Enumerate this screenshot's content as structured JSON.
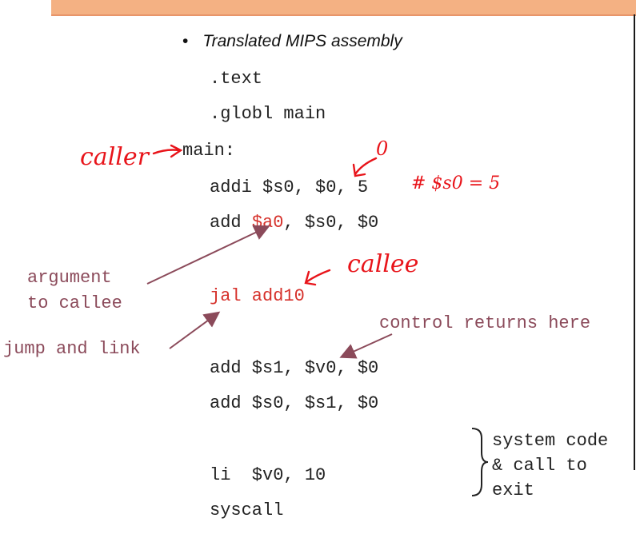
{
  "slide": {
    "bullet": "Translated MIPS assembly",
    "code_lines": {
      "text": ".text",
      "globl": ".globl main",
      "main": "main:",
      "addi": "addi $s0, $0, 5",
      "add_a0_prefix": "add ",
      "add_a0_reg": "$a0",
      "add_a0_rest": ", $s0, $0",
      "jal": "jal add10",
      "add_s1": "add $s1, $v0, $0",
      "add_s0": "add $s0, $s1, $0",
      "li": "li  $v0, 10",
      "syscall": "syscall"
    },
    "notes": {
      "argument": "argument\nto callee",
      "jump_and_link": "jump and link",
      "control_returns": "control returns here",
      "system_code": "system code\n& call to\nexit"
    },
    "handwriting": {
      "caller": "caller",
      "zero": "0",
      "comment": "# $s0 = 5",
      "callee": "callee"
    }
  },
  "colors": {
    "header_band": "#f4b183",
    "annotation": "#8b4a5a",
    "highlight": "#d6322c",
    "ink": "#e8141a"
  }
}
